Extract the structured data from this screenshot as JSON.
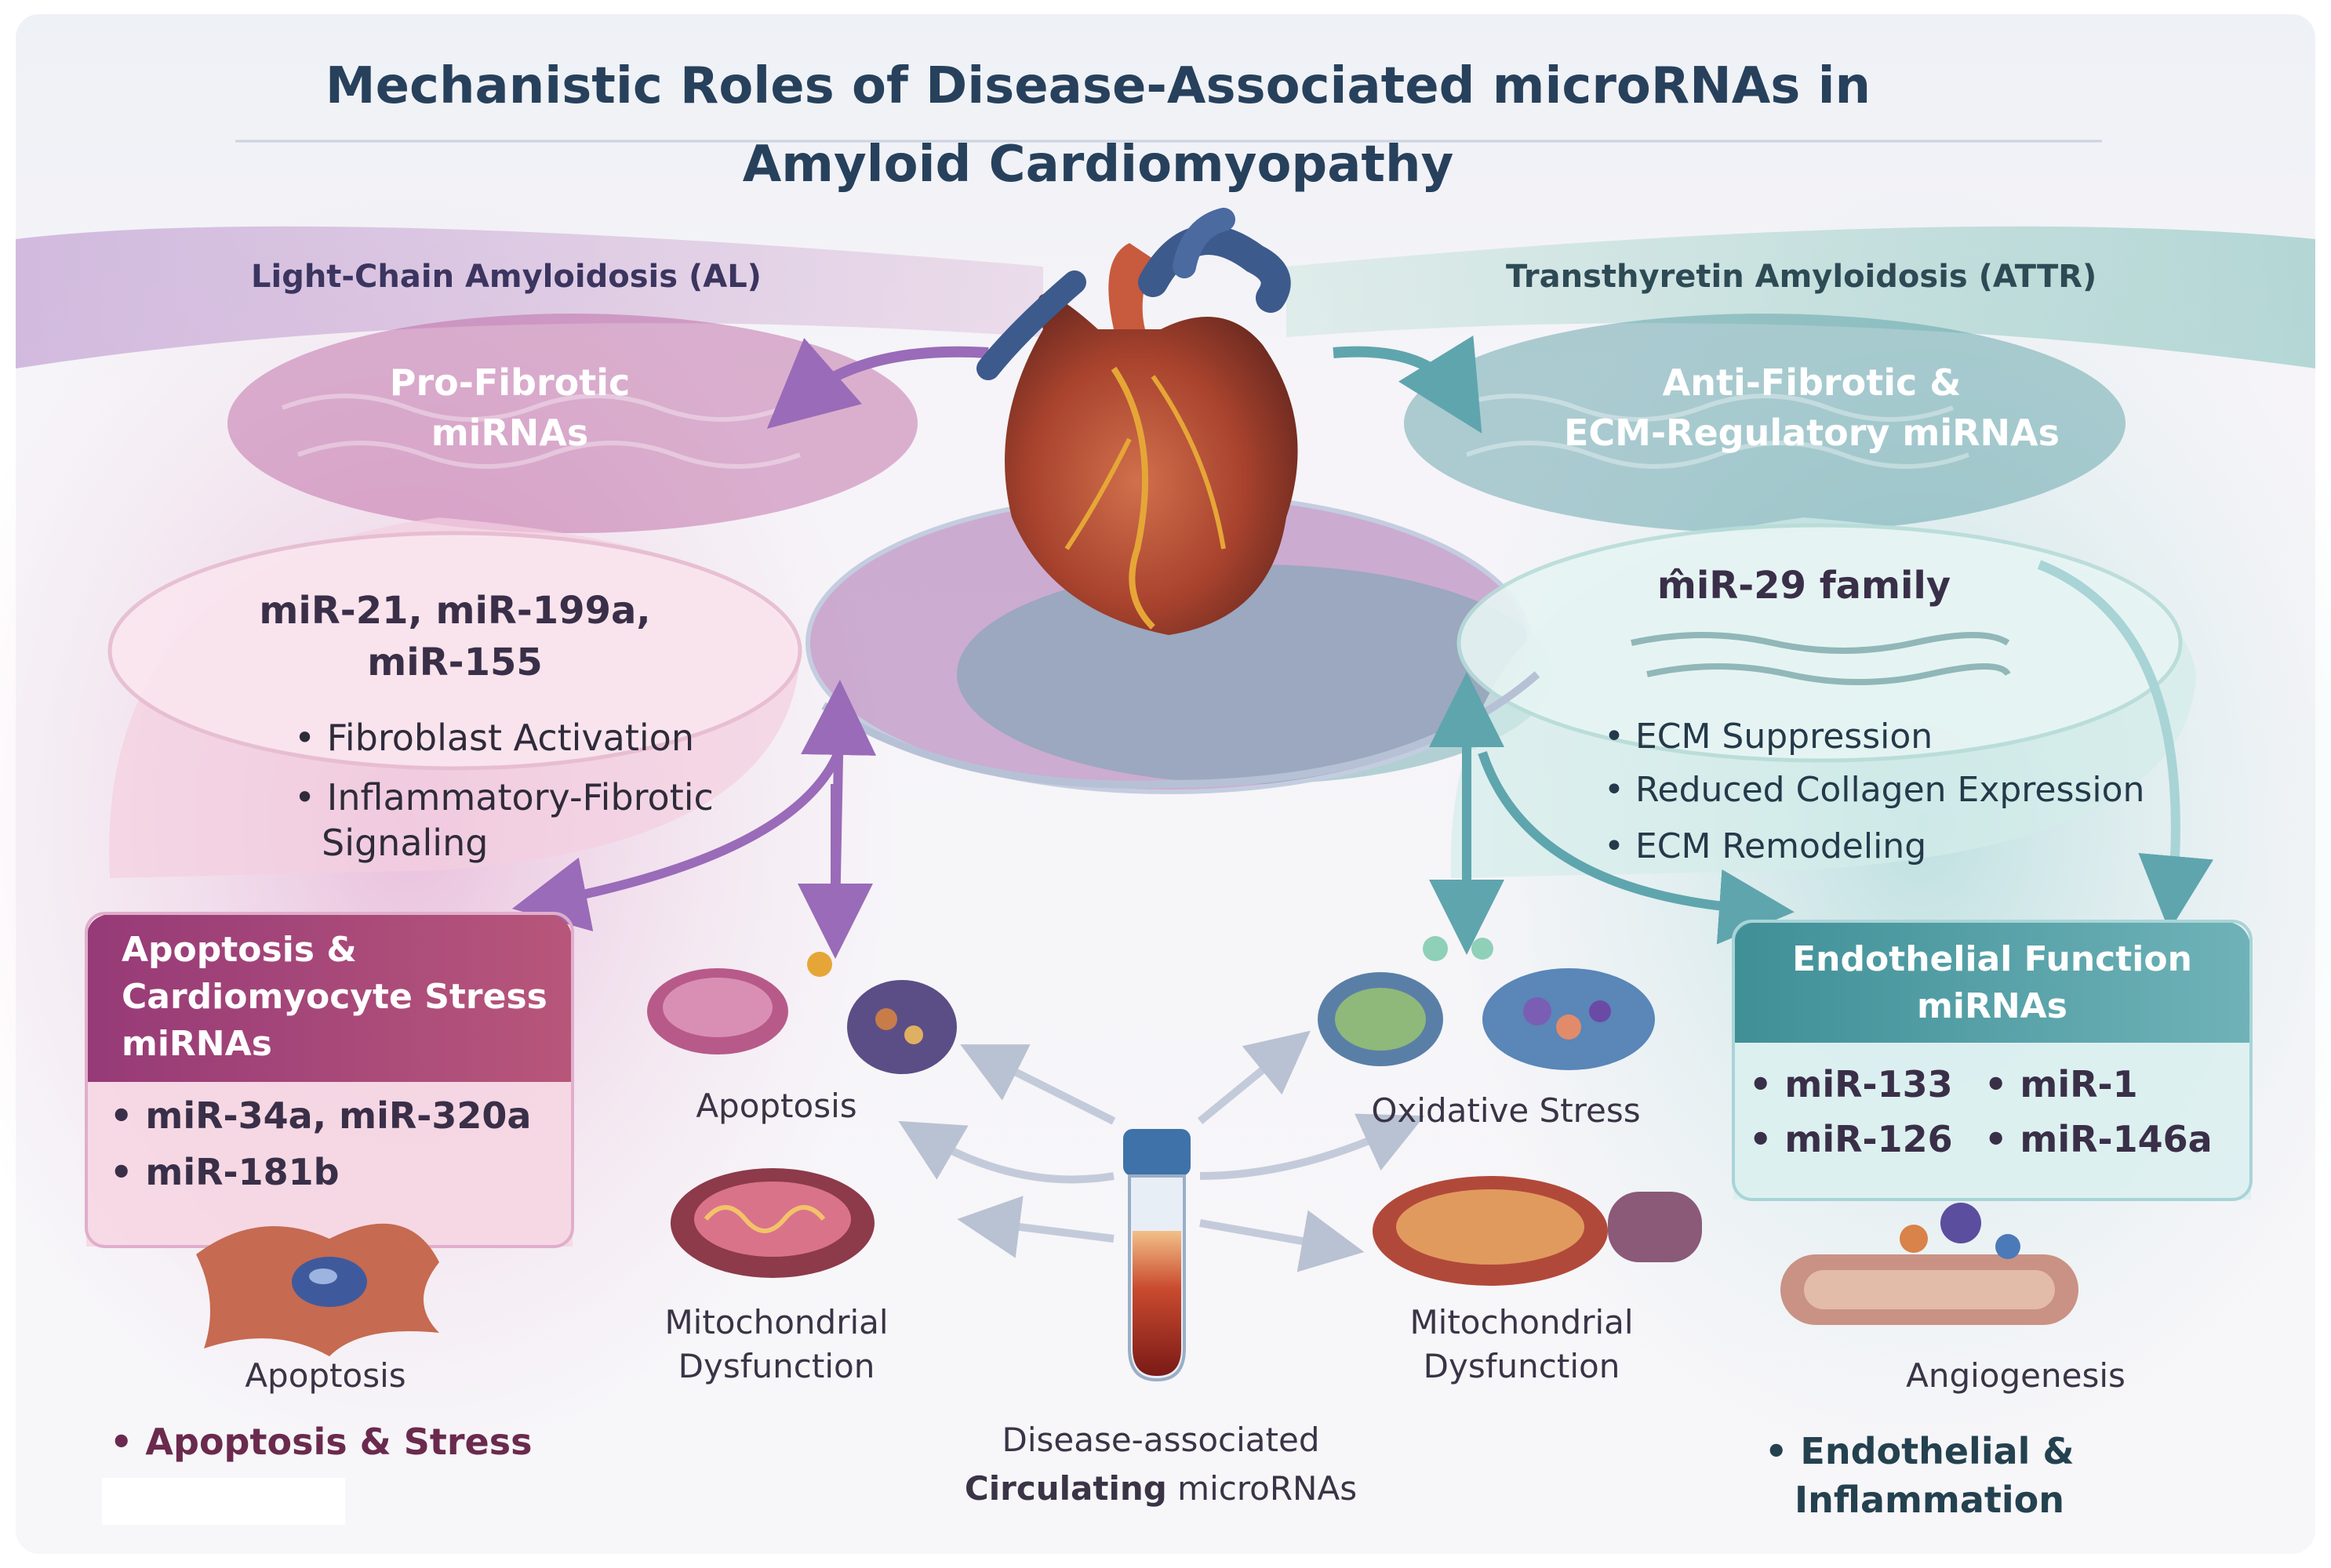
{
  "title": {
    "line1": "Mechanistic Roles of Disease-Associated microRNAs in",
    "line2": "Amyloid Cardiomyopathy"
  },
  "left": {
    "header": "Light-Chain Amyloidosis (AL)",
    "pro_fibrotic": {
      "line1": "Pro-Fibrotic",
      "line2": "miRNAs"
    },
    "mirs": {
      "line1": "miR-21, miR-199a,",
      "line2": "miR-155"
    },
    "bullets": {
      "b1": "• Fibroblast Activation",
      "b2_line1": "• Inflammatory-Fibrotic",
      "b2_line2": "Signaling"
    },
    "apoptosis_box": {
      "line1": "Apoptosis &",
      "line2": "Cardiomyocyte Stress",
      "line3": "miRNAs"
    },
    "apoptosis_mirs": {
      "b1": "• miR-34a, miR-320a",
      "b2": "• miR-181b"
    },
    "cell_label": "Apoptosis",
    "footer": "•  Apoptosis & Stress"
  },
  "center": {
    "apoptosis_label": "Apoptosis",
    "mito_left": {
      "line1": "Mitochondrial",
      "line2": "Dysfunction"
    },
    "tube_label": {
      "line1": "Disease-associated",
      "line2_bold": "Circulating",
      "line2_rest": " microRNAs"
    }
  },
  "right": {
    "header": "Transthyretin Amyloidosis (ATTR)",
    "anti_fibrotic": {
      "line1": "Anti-Fibrotic &",
      "line2": "ECM-Regulatory miRNAs"
    },
    "family": "m̂iR-29 family",
    "bullets": {
      "b1": "• ECM Suppression",
      "b2": "• Reduced Collagen Expression",
      "b3": "• ECM Remodeling"
    },
    "oxidative_label": "Oxidative Stress",
    "mito_right": {
      "line1": "Mitochondrial",
      "line2": "Dysfunction"
    },
    "endothelial_box": {
      "line1": "Endothelial Function",
      "line2": "miRNAs"
    },
    "endothelial_mirs": {
      "a": "• miR-133",
      "b": "• miR-1",
      "c": "• miR-126",
      "d": "• miR-146a"
    },
    "angio_label": "Angiogenesis",
    "footer": {
      "line1": "• Endothelial &",
      "line2": "Inflammation"
    }
  },
  "colors": {
    "title": "#27415c",
    "al_accent": "#8a4a8c",
    "attr_accent": "#3f8f95",
    "apoptosis_box": "#9c3e6c",
    "endothelial_box": "#4d9ca3",
    "arrow_left": "#9a6bb8",
    "arrow_right": "#5fa5ae"
  }
}
